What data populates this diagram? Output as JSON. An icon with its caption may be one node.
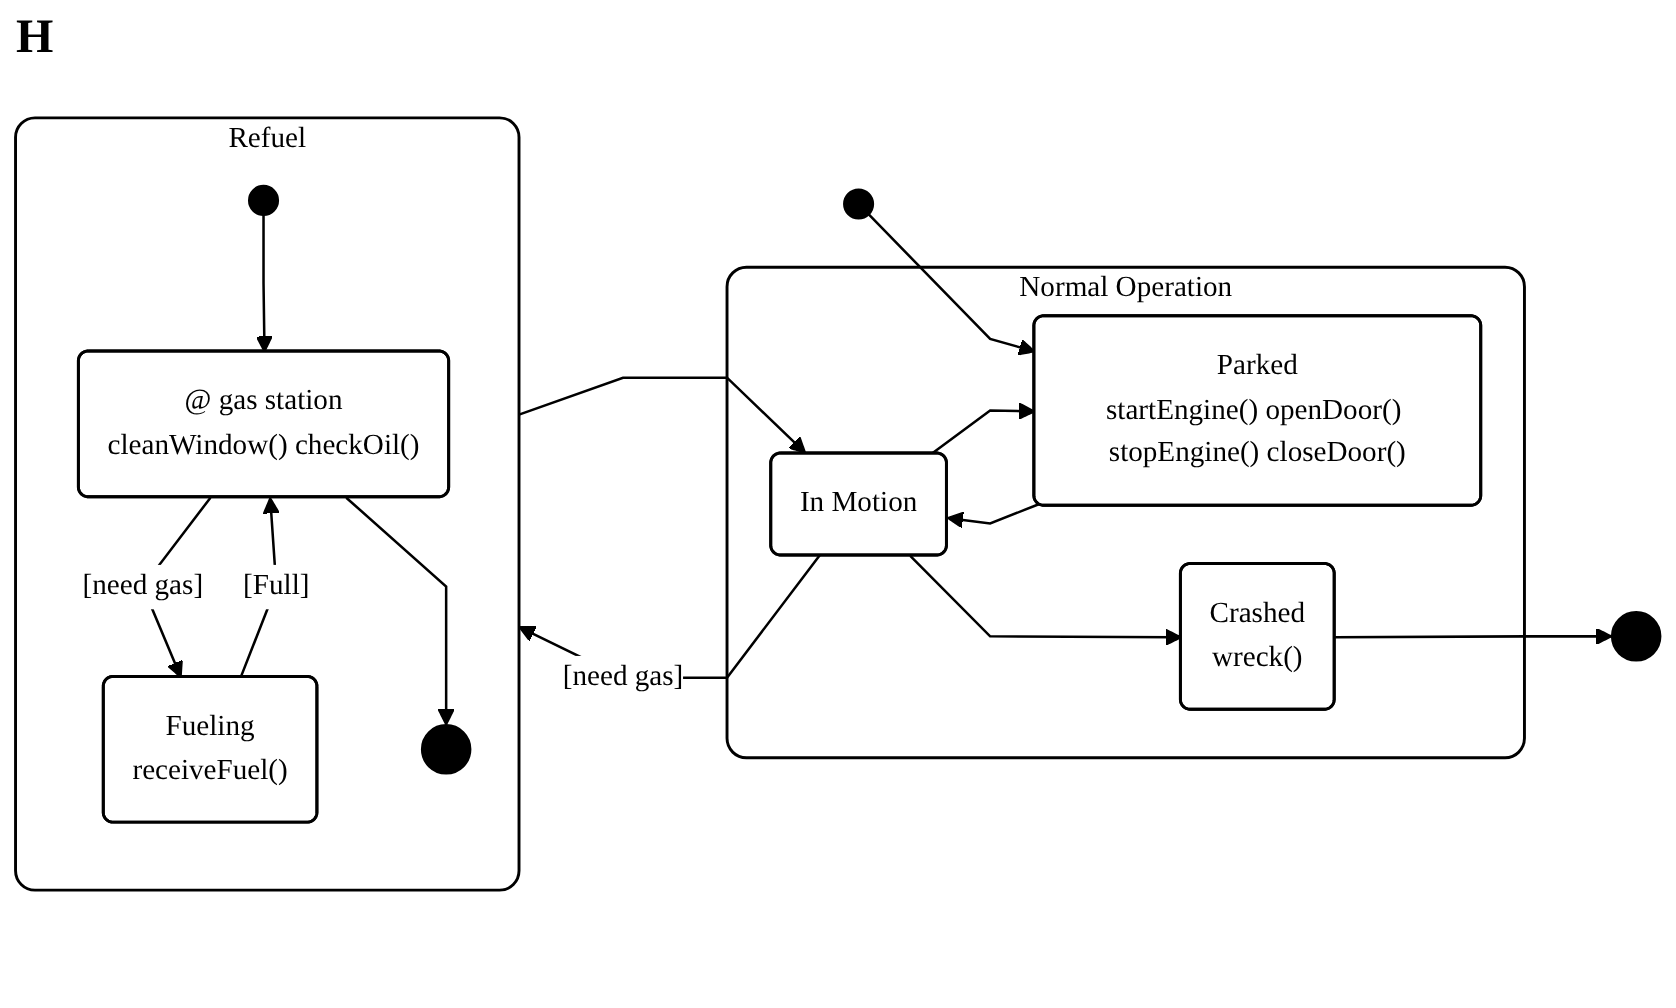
{
  "diagram": {
    "nodes": [
      {
        "text": [
          "Normal Operation"
        ]
      },
      {
        "text": [],
        "shape": "circle"
      },
      {
        "text": [
          "Parked",
          "startEngine() openDoor() stopEngine() closeDoor()"
        ],
        "in": 0
      },
      {
        "text": [
          "In Motion"
        ],
        "in": 0
      },
      {
        "text": [
          "Crashed",
          "wreck()"
        ],
        "in": 0
      },
      {
        "text": [],
        "shape": "bullseye"
      },
      {
        "text": [
          "Refuel"
        ]
      },
      {
        "text": [],
        "shape": "circle",
        "in": 6
      },
      {
        "text": [],
        "shape": "bullseye",
        "in": 6
      },
      {
        "text": [
          "@ gas station",
          "cleanWindow() checkOil()"
        ],
        "in": 6
      },
      {
        "text": [
          "Fueling",
          "receiveFuel()"
        ],
        "in": 6
      }
    ],
    "edges": [
      {
        "from": 1,
        "to": 2,
        "arrow": "to"
      },
      {
        "from": 2,
        "to": 3,
        "arrow": "to"
      },
      {
        "from": 3,
        "to": 2,
        "arrow": "to"
      },
      {
        "from": 3,
        "to": 4,
        "arrow": "to"
      },
      {
        "from": 4,
        "to": 5,
        "arrow": "to"
      },
      {
        "from": 3,
        "to": 6,
        "arrow": "to",
        "label": "[need gas]"
      },
      {
        "from": 6,
        "to": 3,
        "arrow": "to"
      },
      {
        "from": 7,
        "to": 9,
        "arrow": "to"
      },
      {
        "from": 9,
        "to": 10,
        "arrow": "to",
        "label": "[need gas]"
      },
      {
        "from": 10,
        "to": 9,
        "arrow": "to",
        "label": "[Full]"
      },
      {
        "from": 9,
        "to": 8,
        "arrow": "to"
      }
    ],
    "labels": [
      "H"
    ]
  }
}
